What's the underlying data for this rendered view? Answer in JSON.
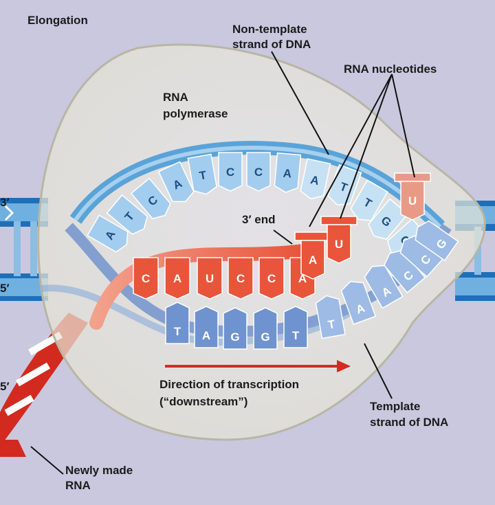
{
  "title": "Elongation",
  "labels": {
    "non_template_line1": "Non-template",
    "non_template_line2": "strand of DNA",
    "rna_nucleotides": "RNA nucleotides",
    "rna_polymerase_line1": "RNA",
    "rna_polymerase_line2": "polymerase",
    "three_prime_end": "3′ end",
    "direction_line1": "Direction of transcription",
    "direction_line2": "(“downstream”)",
    "template_line1": "Template",
    "template_line2": "strand of DNA",
    "newly_made_line1": "Newly made",
    "newly_made_line2": "RNA"
  },
  "strand_ends": {
    "left_top": "3′",
    "left_middle": "5′",
    "left_bottom": "5′"
  },
  "non_template_bases": [
    "A",
    "T",
    "C",
    "A",
    "T",
    "C",
    "C",
    "A",
    "A",
    "T",
    "T",
    "G",
    "G"
  ],
  "rna_bases": [
    "C",
    "A",
    "U",
    "C",
    "C",
    "A"
  ],
  "incoming_nucleotides": [
    "A",
    "U",
    "U"
  ],
  "template_bases": [
    "T",
    "A",
    "G",
    "G",
    "T",
    "T",
    "A",
    "A",
    "C",
    "C",
    "G"
  ],
  "colors": {
    "background": "#c9c8df",
    "polymerase": "#eeece0",
    "dna_dark_blue": "#1f6fb8",
    "dna_light_blue": "#bcd9ee",
    "template_blue": "#5f86c7",
    "rna_red": "#e8553a",
    "rna_dark_red": "#d22a1e",
    "nucleotide_salmon": "#e99a86",
    "arrow_red": "#d42a22"
  }
}
